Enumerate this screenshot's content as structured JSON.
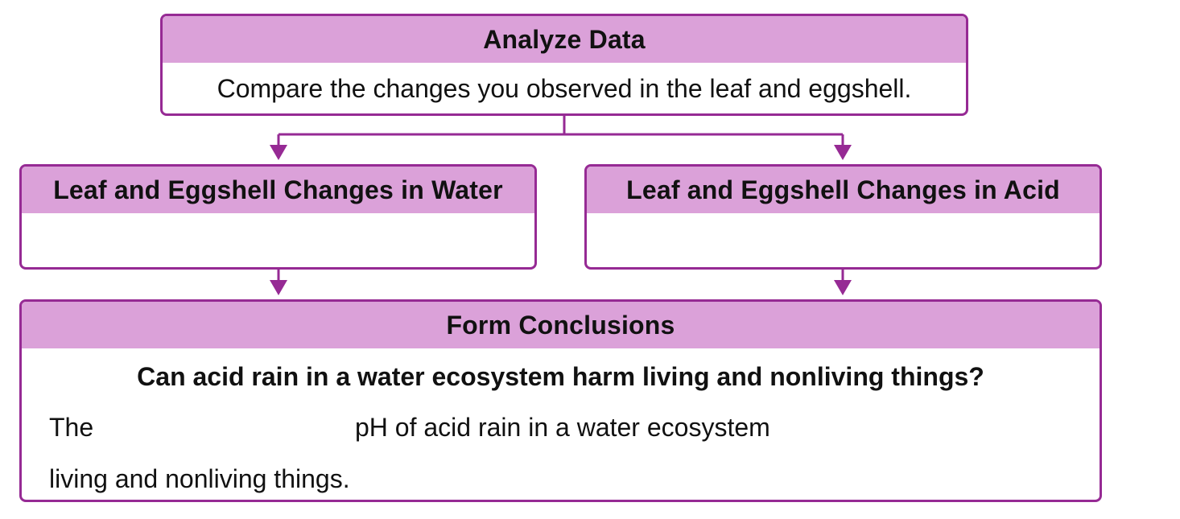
{
  "analyze": {
    "title": "Analyze Data",
    "prompt": "Compare the changes you observed in the leaf and eggshell."
  },
  "water_box": {
    "title": "Leaf and Eggshell Changes in Water",
    "answer": ""
  },
  "acid_box": {
    "title": "Leaf and Eggshell Changes in Acid",
    "answer": ""
  },
  "conclusions": {
    "title": "Form Conclusions",
    "question": "Can acid rain in a water ecosystem harm living and nonliving things?",
    "sentence_part1": "The",
    "sentence_part2": "pH of acid rain in a water ecosystem",
    "sentence_part3": "living and nonliving things.",
    "blank1": "",
    "blank2": ""
  },
  "colors": {
    "border": "#962a94",
    "header_fill": "#dba1d9",
    "arrow": "#962a94"
  }
}
